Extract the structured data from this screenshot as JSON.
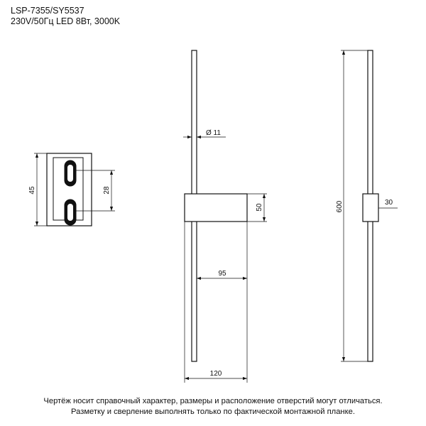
{
  "header": {
    "model": "LSP-7355/SY5537",
    "specs": "230V/50Гц  LED 8Вт, 3000K"
  },
  "dimensions": {
    "plate_height": "45",
    "plate_hole_spacing": "28",
    "tube_diameter": "Ø 11",
    "mount_height": "50",
    "mount_depth": "95",
    "overall_depth": "120",
    "overall_length": "600",
    "mount_width": "30"
  },
  "notes": {
    "line1": "Чертёж носит справочный характер, размеры и расположение отверстий могут отличаться.",
    "line2": "Разметку и сверление выполнять только по фактической монтажной планке."
  }
}
